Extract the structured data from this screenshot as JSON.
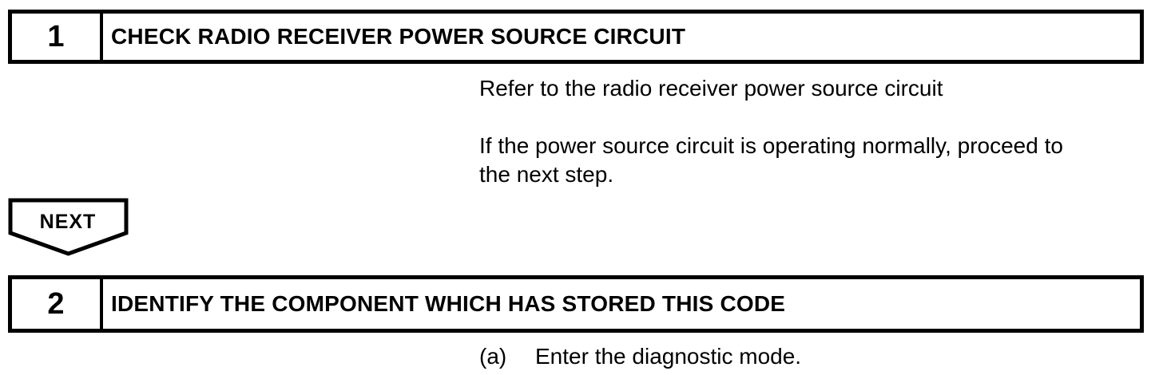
{
  "colors": {
    "ink": "#000000",
    "paper": "#ffffff"
  },
  "steps": [
    {
      "number": "1",
      "title": "CHECK RADIO RECEIVER POWER SOURCE CIRCUIT",
      "paragraphs": [
        "Refer to the radio receiver power source circuit",
        "If the power source circuit is operating normally, proceed to the next step."
      ]
    },
    {
      "number": "2",
      "title": "IDENTIFY THE COMPONENT WHICH HAS STORED THIS CODE",
      "substeps": [
        {
          "label": "(a)",
          "text": "Enter the diagnostic mode."
        }
      ]
    }
  ],
  "connector": {
    "label": "NEXT"
  }
}
